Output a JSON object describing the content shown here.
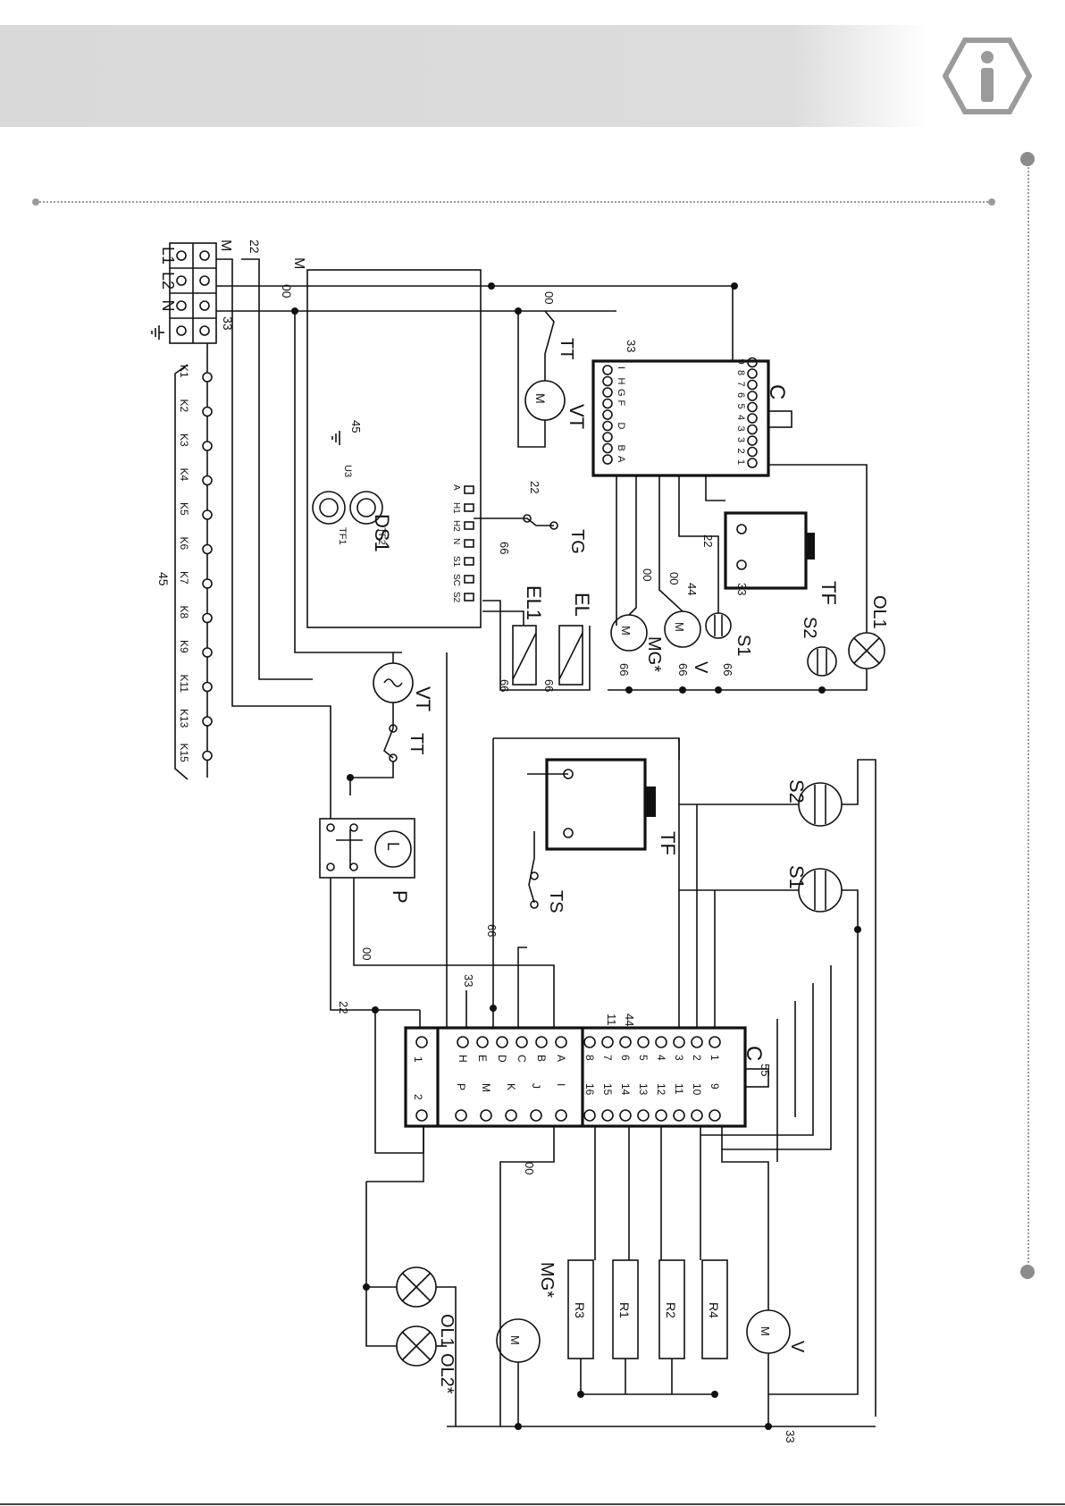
{
  "header": {
    "icon": "info-icon"
  },
  "terminal_block": {
    "row_labels": [
      "L1",
      "L2",
      "N"
    ],
    "first_row_tag": "M",
    "wire_labels": [
      "22",
      "00",
      "33"
    ],
    "bar_label": "M",
    "k_labels": [
      "K1",
      "K2",
      "K3",
      "K4",
      "K5",
      "K6",
      "K7",
      "K8",
      "K9",
      "K11",
      "K13",
      "K15"
    ],
    "k_group_number": "45"
  },
  "top_circuit": {
    "controller": {
      "name": "C",
      "top_pins": [
        "A",
        "B",
        "",
        "D",
        "",
        "F",
        "G",
        "H",
        "I"
      ],
      "bottom_pins": [
        "1",
        "2",
        "3",
        "3",
        "4",
        "5",
        "6",
        "7",
        "8",
        "9"
      ]
    },
    "ds1": {
      "name": "DS1",
      "pins": [
        "A",
        "H1",
        "H2",
        "N",
        "S1",
        "SC",
        "S2"
      ],
      "probes": [
        "TF1",
        "TF2"
      ],
      "side_number": "U3",
      "ground_number": "45"
    },
    "labels": {
      "fan": "VT",
      "thermostat": "TT",
      "tg": "TG",
      "timer": "TF",
      "el1": "EL1",
      "el": "EL",
      "mg": "MG*",
      "v": "V",
      "s1": "S1",
      "s2": "S2",
      "ol1": "OL1"
    },
    "wire_numbers": [
      "00",
      "33",
      "22",
      "66",
      "44",
      "33",
      "00",
      "66",
      "66",
      "66",
      "66",
      "66",
      "00",
      "22"
    ]
  },
  "bottom_circuit": {
    "controller": {
      "name": "C",
      "left_pins": [
        "A",
        "B",
        "C",
        "D",
        "E",
        "H"
      ],
      "right_pins": [
        "I",
        "J",
        "K",
        "M",
        "P"
      ],
      "top_pins": [
        "1",
        "2",
        "3",
        "4",
        "5",
        "6",
        "7",
        "8"
      ],
      "bottom_pins": [
        "9",
        "10",
        "11",
        "12",
        "13",
        "14",
        "15",
        "16"
      ],
      "side_pins": [
        "1",
        "2"
      ]
    },
    "labels": {
      "fan": "VT",
      "thermostat": "TT",
      "pressure": "P",
      "pressure_mark": "L",
      "timer": "TF",
      "ts": "TS",
      "s1": "S1",
      "s2": "S2",
      "mg": "MG*",
      "v": "V",
      "ol1": "OL1",
      "ol2": "OL2*",
      "r1": "R1",
      "r2": "R2",
      "r3": "R3",
      "r4": "R4"
    },
    "wire_numbers": [
      "22",
      "00",
      "33",
      "66",
      "11",
      "44",
      "55",
      "00",
      "33"
    ]
  }
}
